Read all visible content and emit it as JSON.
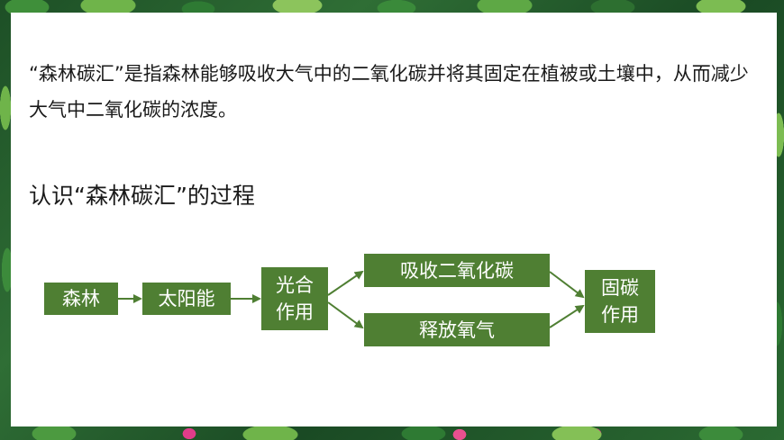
{
  "intro": {
    "text": "“森林碳汇”是指森林能够吸收大气中的二氧化碳并将其固定在植被或土壤中，从而减少大气中二氧化碳的浓度。"
  },
  "subtitle": "认识“森林碳汇”的过程",
  "flow": {
    "nodes": {
      "forest": "森林",
      "solar": "太阳能",
      "photosynthesis": "光合作用",
      "absorb": "吸收二氧化碳",
      "release": "释放氧气",
      "carbon_fixation": "固碳作用"
    },
    "box_color": "#4f7f33",
    "arrow_color": "#4f7f33"
  }
}
